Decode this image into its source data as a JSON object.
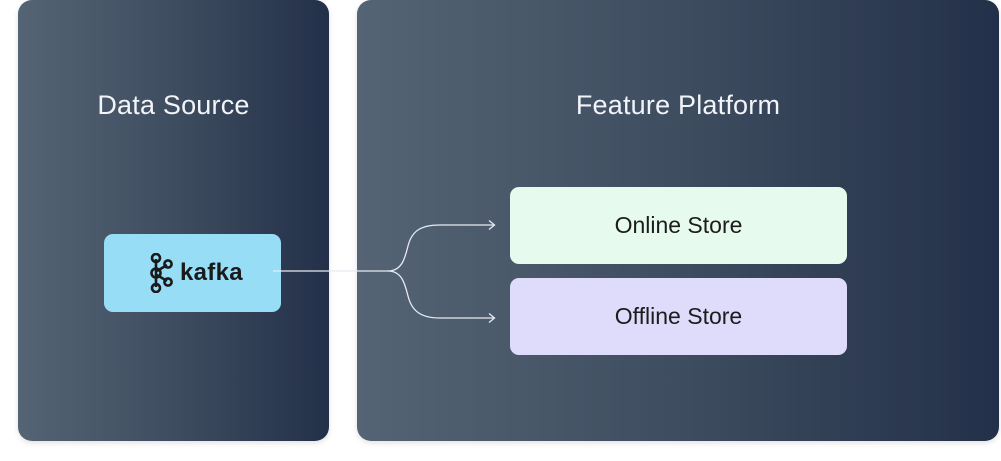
{
  "panels": {
    "source": {
      "title": "Data Source"
    },
    "platform": {
      "title": "Feature Platform"
    }
  },
  "source_node": {
    "label": "kafka",
    "icon": "kafka-logo-icon",
    "color": "#97ddf6"
  },
  "stores": [
    {
      "label": "Online Store",
      "color": "#e6fbee"
    },
    {
      "label": "Offline Store",
      "color": "#dedbfb"
    }
  ],
  "connector_color": "#e6ebf2"
}
